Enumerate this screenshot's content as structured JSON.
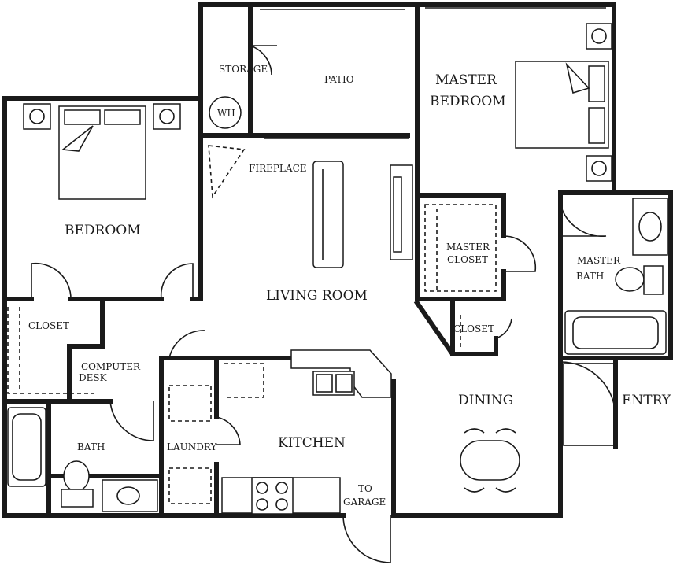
{
  "labels": {
    "storage": "STORAGE",
    "patio": "PATIO",
    "wh": "WH",
    "master_bedroom_1": "MASTER",
    "master_bedroom_2": "BEDROOM",
    "bedroom": "BEDROOM",
    "fireplace": "FIREPLACE",
    "master_closet_1": "MASTER",
    "master_closet_2": "CLOSET",
    "master_bath_1": "MASTER",
    "master_bath_2": "BATH",
    "living_room": "LIVING ROOM",
    "closet_left": "CLOSET",
    "closet_small": "CLOSET",
    "computer_desk_1": "COMPUTER",
    "computer_desk_2": "DESK",
    "dining": "DINING",
    "entry": "ENTRY",
    "kitchen": "KITCHEN",
    "laundry": "LAUNDRY",
    "bath": "BATH",
    "to_garage_1": "TO",
    "to_garage_2": "GARAGE"
  }
}
